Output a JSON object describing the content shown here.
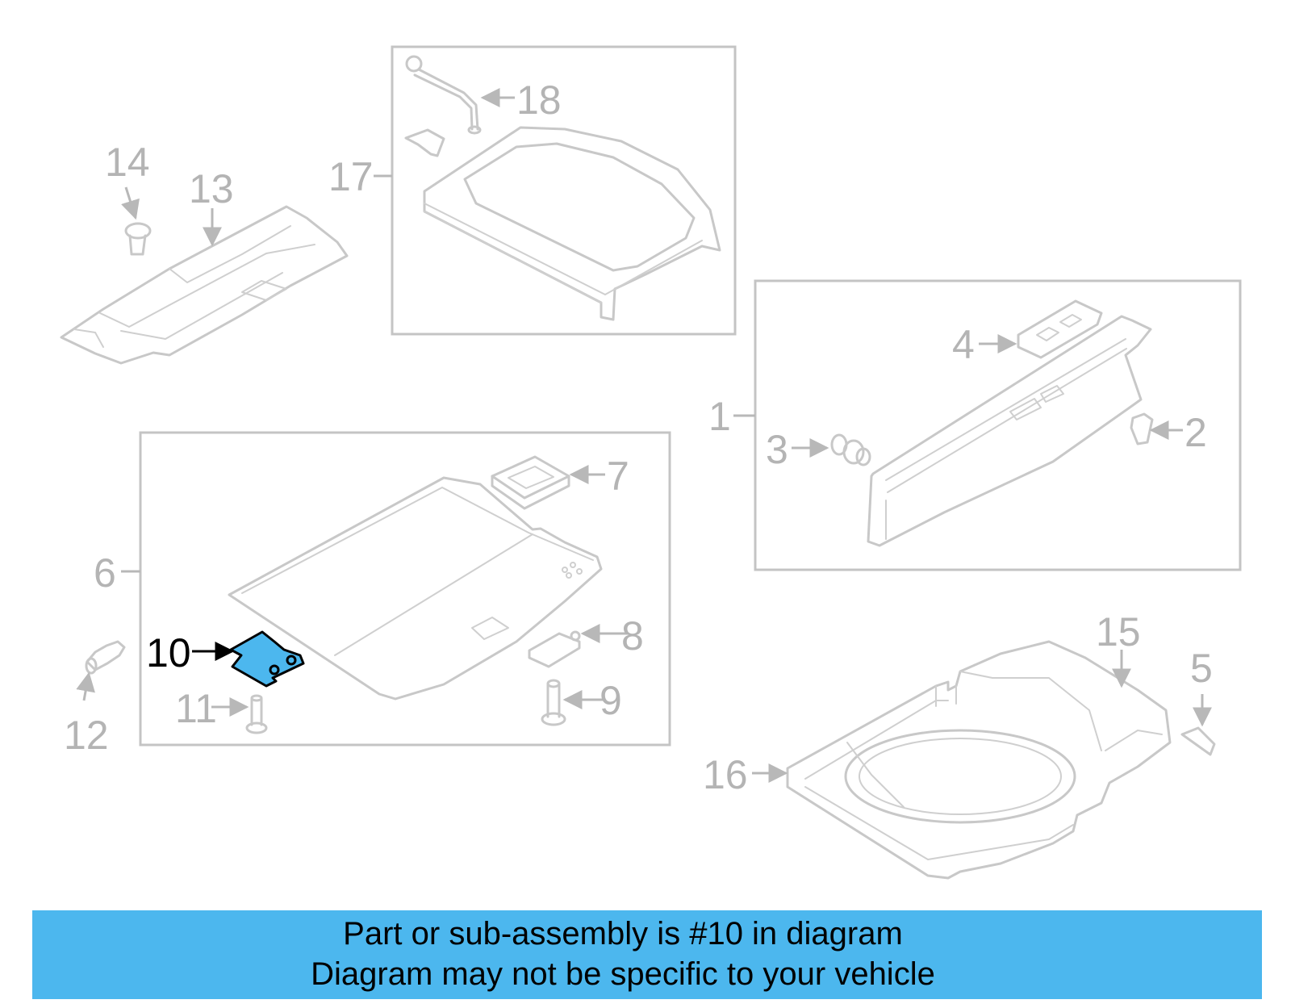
{
  "diagram": {
    "callouts": {
      "c1": "1",
      "c2": "2",
      "c3": "3",
      "c4": "4",
      "c5": "5",
      "c6": "6",
      "c7": "7",
      "c8": "8",
      "c9": "9",
      "c10": "10",
      "c11": "11",
      "c12": "12",
      "c13": "13",
      "c14": "14",
      "c15": "15",
      "c16": "16",
      "c17": "17",
      "c18": "18"
    },
    "highlighted_part": "10",
    "colors": {
      "highlight_fill": "#4cb7ee",
      "banner_fill": "#4cb7ee",
      "part_line": "#c8c8c8",
      "callout_text": "#b4b4b4",
      "active_callout_text": "#000000"
    }
  },
  "banner": {
    "line1": "Part or sub-assembly is #10 in diagram",
    "line2": "Diagram may not be specific to your vehicle"
  }
}
